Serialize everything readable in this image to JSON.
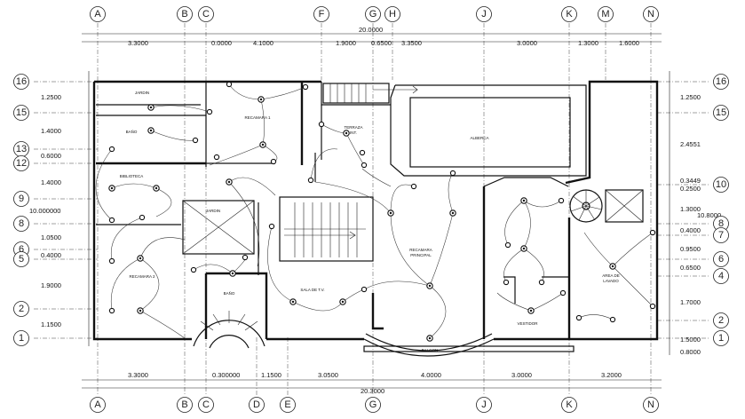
{
  "grid": {
    "columns_top": [
      "A",
      "B",
      "C",
      "F",
      "G",
      "H",
      "J",
      "K",
      "M",
      "N"
    ],
    "columns_bottom": [
      "A",
      "B",
      "C",
      "D",
      "E",
      "G",
      "J",
      "K",
      "N"
    ],
    "rows_left": [
      "16",
      "15",
      "13",
      "12",
      "9",
      "8",
      "6",
      "5",
      "2",
      "1"
    ],
    "rows_right": [
      "16",
      "15",
      "10",
      "8",
      "7",
      "6",
      "4",
      "2",
      "1"
    ]
  },
  "dimensions": {
    "top_total": "20.0000",
    "top": [
      "3.3000",
      "0.0000",
      "4.1000",
      "1.9000",
      "0.6500",
      "3.3500",
      "3.0000",
      "1.3000",
      "1.6000"
    ],
    "bottom_total": "20.3000",
    "bottom": [
      "3.3000",
      "0.300000",
      "1.1500",
      "3.0500",
      "4.0000",
      "3.0000",
      "3.2000"
    ],
    "left_total": "10.000000",
    "left": [
      "1.2500",
      "1.4000",
      "0.6000",
      "1.4000",
      "1.0500",
      "0.4000",
      "1.9000",
      "1.1500"
    ],
    "right_total": "10.8000",
    "right": [
      "1.2500",
      "2.4551",
      "0.3449",
      "0.2500",
      "1.3000",
      "0.4000",
      "0.9500",
      "0.6500",
      "1.7000",
      "1.5000",
      "0.8000"
    ]
  },
  "rooms": {
    "jardin": "JARDIN",
    "recamara1": "RECAMARA 1",
    "bano1": "BAÑO",
    "terraza": "TERRAZA",
    "terraza2": "INT.",
    "alberca": "ALBERCA",
    "biblioteca": "BIBLIOTECA",
    "jardin2": "JARDIN",
    "recamara_principal": "RECAMARA",
    "recamara_principal2": "PRINCIPAL",
    "recamara2": "RECAMARA 2",
    "bano2": "BAÑO",
    "sala": "SALA DE T.V.",
    "vestidor": "VESTIDOR",
    "balcon": "BALCON",
    "area_lavado": "AREA DE",
    "area_lavado2": "LAVADO"
  }
}
